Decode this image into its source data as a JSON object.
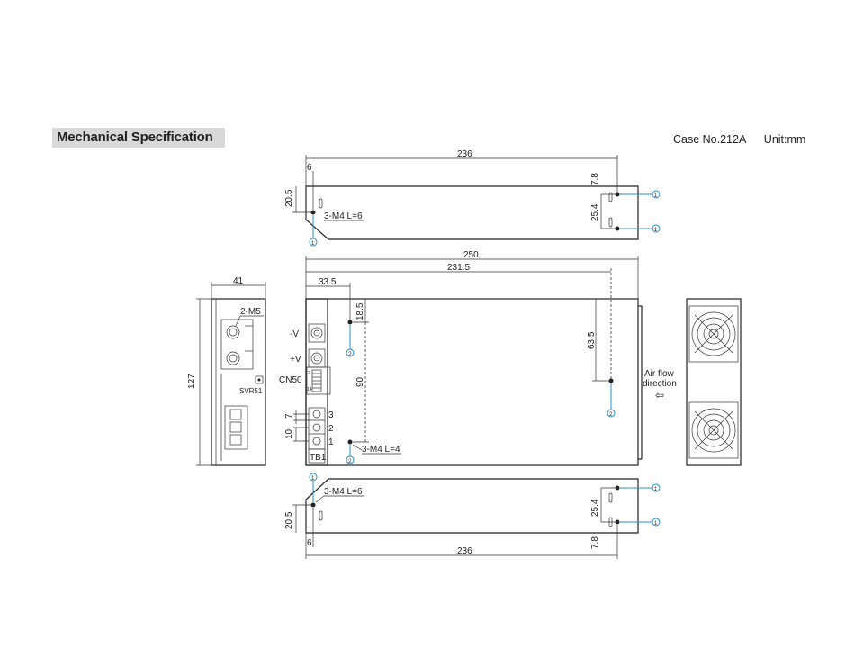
{
  "title": "Mechanical Specification",
  "case_no": "Case No.212A",
  "unit": "Unit:mm",
  "dimensions": {
    "top_236": "236",
    "top_6": "6",
    "top_20_5": "20.5",
    "top_7_8": "7.8",
    "top_25_4": "25.4",
    "front_250": "250",
    "front_231_5": "231.5",
    "front_33_5": "33.5",
    "front_18_5": "18.5",
    "front_63_5": "63.5",
    "front_90": "90",
    "side_41": "41",
    "side_127": "127",
    "tb_7": "7",
    "tb_10": "10",
    "bot_236": "236",
    "bot_6": "6",
    "bot_20_5": "20.5",
    "bot_7_8": "7.8",
    "bot_25_4": "25.4"
  },
  "labels": {
    "screw_top": "3-M4 L=6",
    "screw_front": "3-M4 L=4",
    "screw_bottom": "3-M4 L=6",
    "m5": "2-M5",
    "neg_v": "-V",
    "pos_v": "+V",
    "cn50": "CN50",
    "svr51": "SVR51",
    "tb1": "TB1",
    "tb_pin3": "3",
    "tb_pin2": "2",
    "tb_pin1": "1",
    "cn_pin2": "2",
    "cn_pin14": "14",
    "airflow1": "Air flow",
    "airflow2": "direction",
    "airflow_arrow": "⇦"
  },
  "markers": {
    "mark1": "1",
    "mark2": "2"
  }
}
